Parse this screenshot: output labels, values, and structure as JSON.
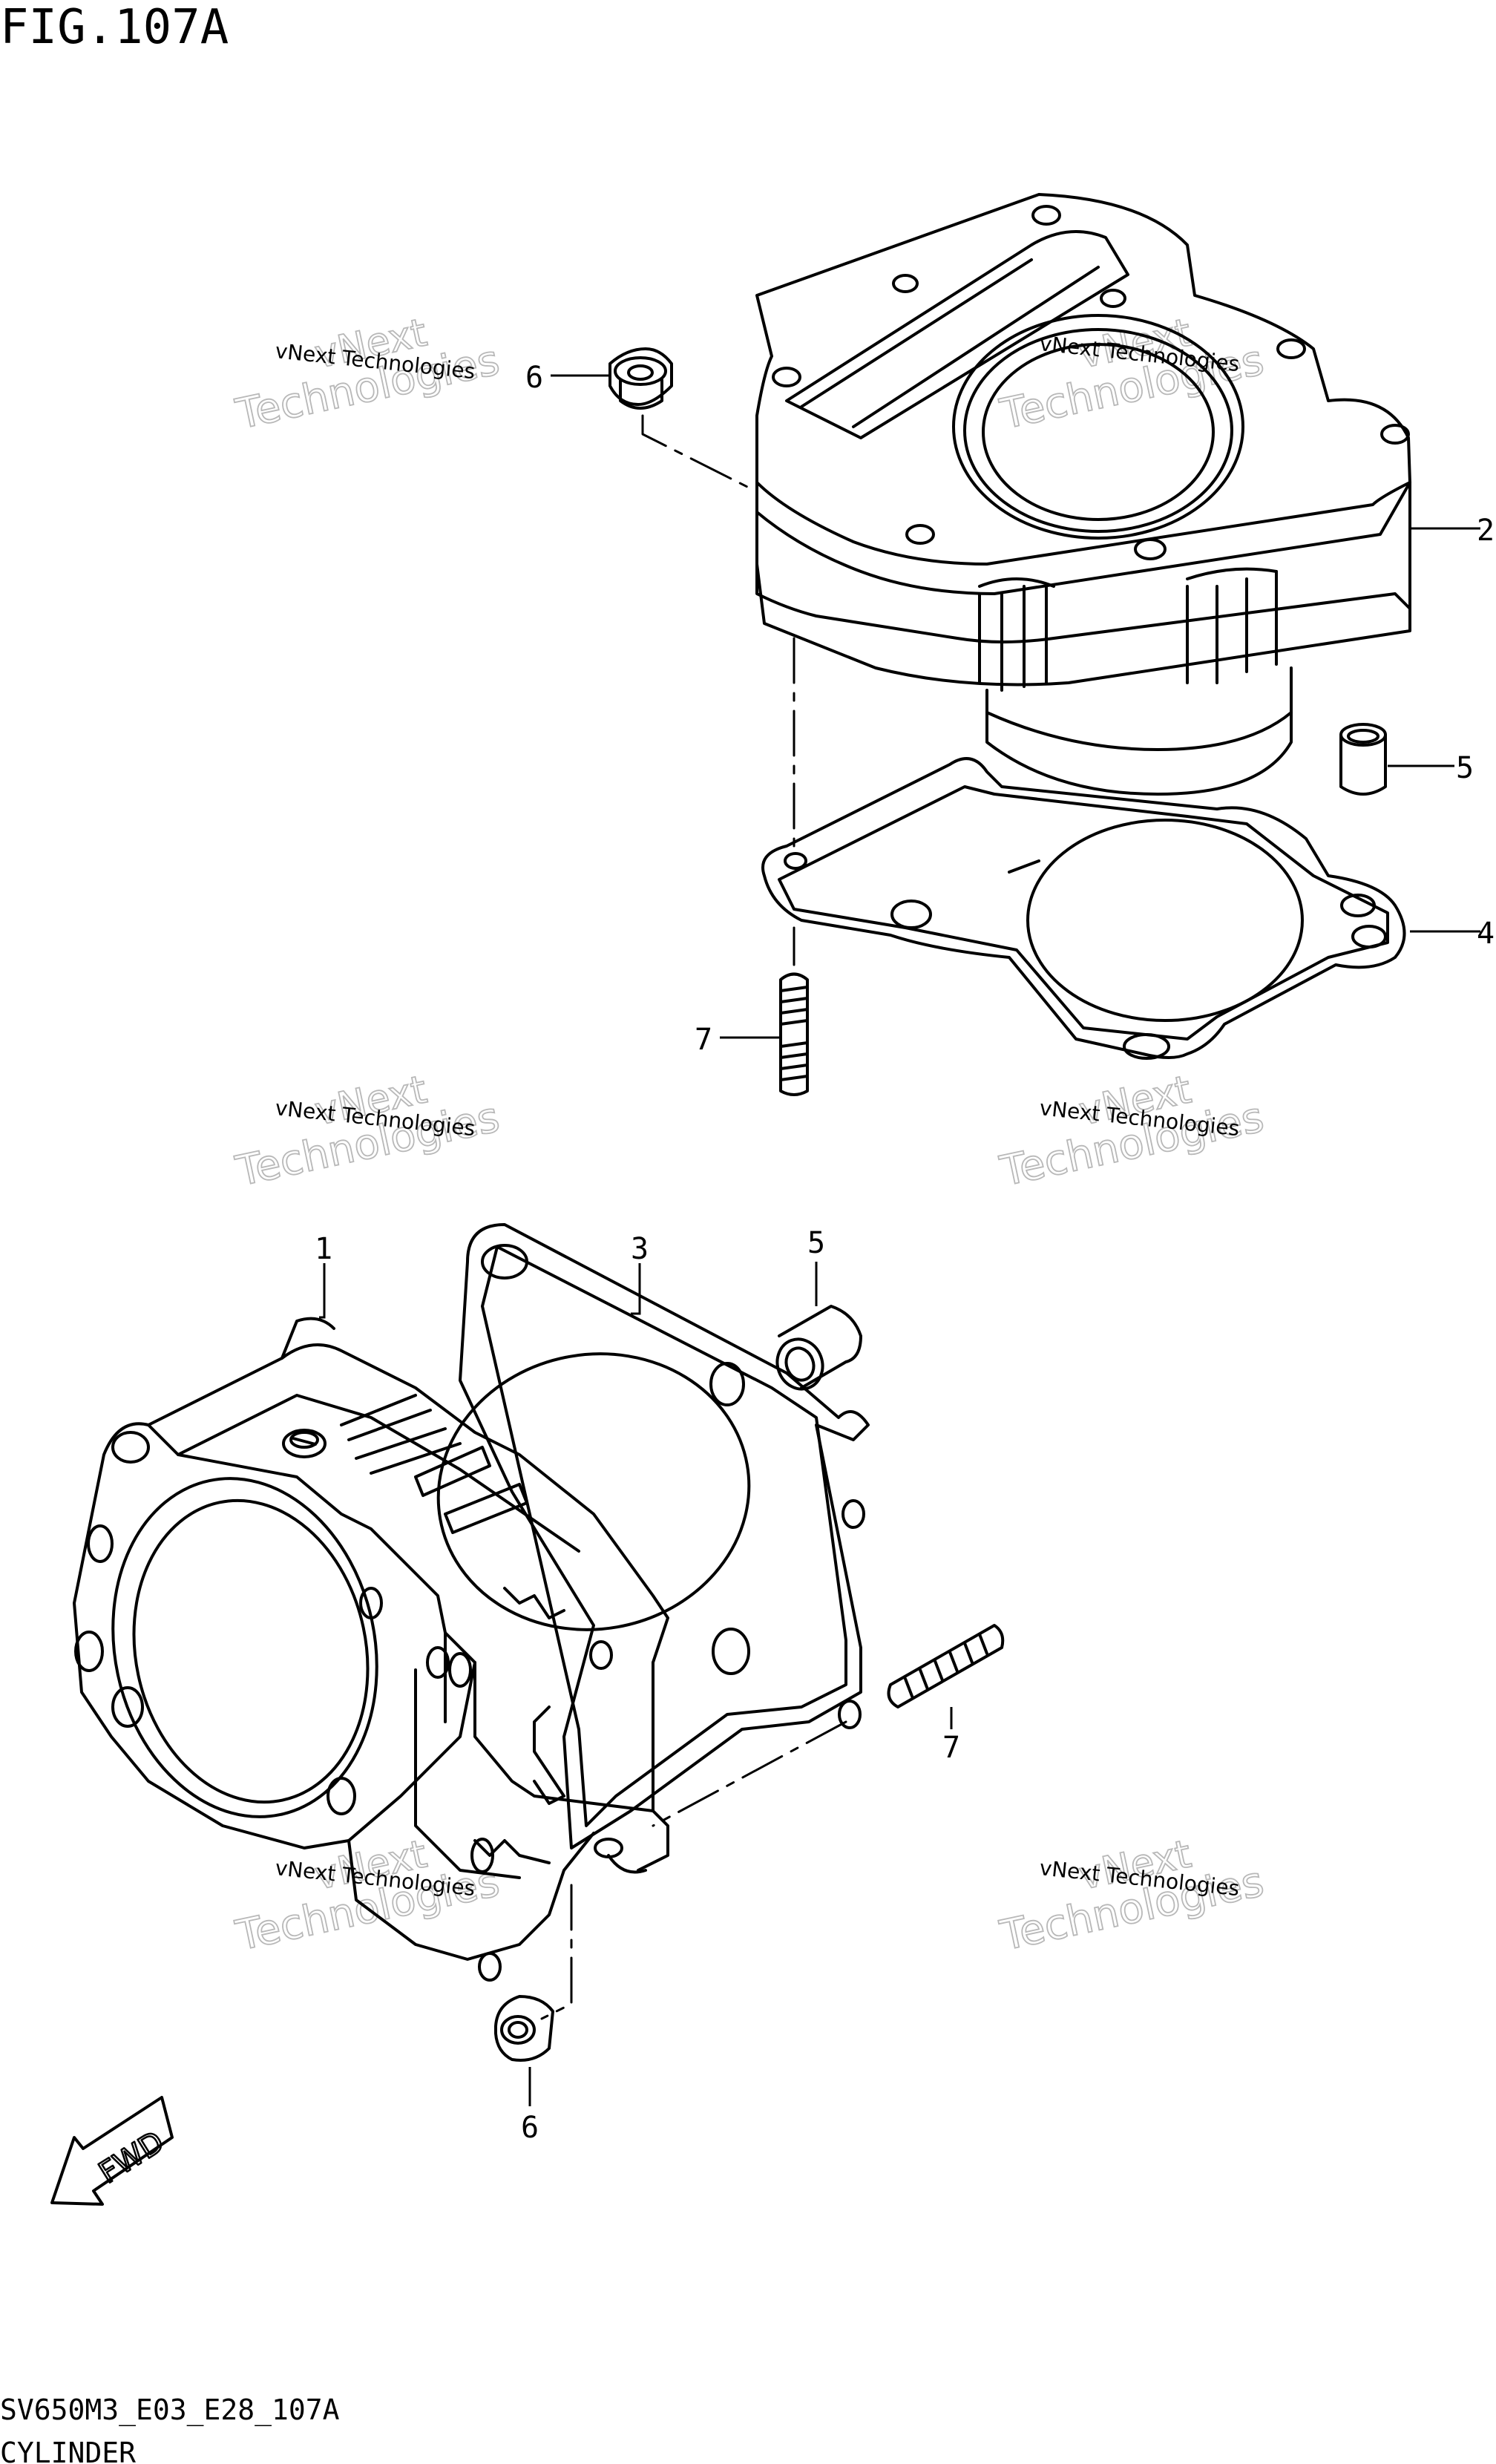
{
  "figure": {
    "title": "FIG.107A",
    "code": "SV650M3_E03_E28_107A",
    "name": "CYLINDER"
  },
  "callouts": {
    "top": [
      "6",
      "2",
      "5",
      "4",
      "7"
    ],
    "bottom": [
      "1",
      "3",
      "5",
      "7",
      "6"
    ]
  },
  "fwd_label": "FWD",
  "watermark": {
    "line1": "vNext",
    "line2": "Technologies",
    "small": "vNext Technologies"
  },
  "colors": {
    "ink": "#000000",
    "watermark": "#b8b8b8",
    "paper": "#ffffff"
  }
}
